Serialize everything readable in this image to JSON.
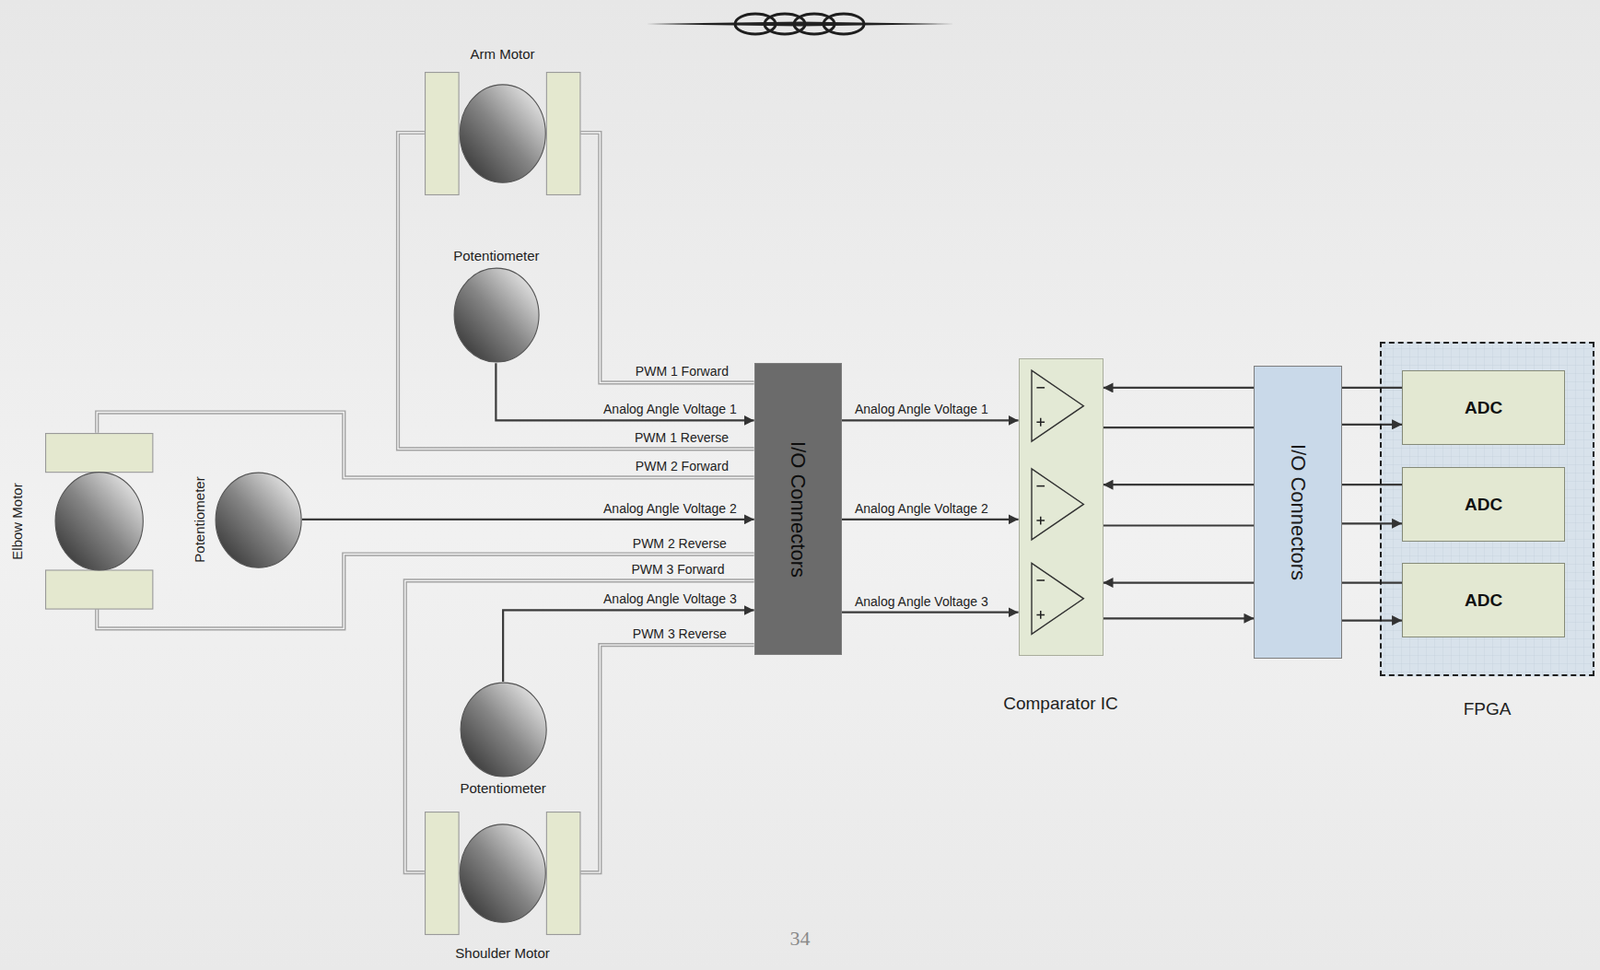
{
  "diagram": {
    "nodes": [
      {
        "text": [
          "Arm Motor"
        ]
      },
      {
        "text": [
          "Potentiometer"
        ]
      },
      {
        "text": [
          "Elbow Motor"
        ]
      },
      {
        "text": [
          "Potentiometer"
        ]
      },
      {
        "text": [
          "Potentiometer"
        ]
      },
      {
        "text": [
          "Shoulder Motor"
        ]
      },
      {
        "text": [
          "I/O Connectors"
        ]
      },
      {
        "text": [
          "Comparator IC"
        ]
      },
      {
        "text": [
          "I/O Connectors"
        ]
      },
      {
        "text": [
          "FPGA"
        ]
      },
      {
        "text": [
          "ADC"
        ],
        "in": 9
      },
      {
        "text": [
          "ADC"
        ],
        "in": 9
      },
      {
        "text": [
          "ADC"
        ],
        "in": 9
      }
    ],
    "edges": [
      {
        "from": 0,
        "to": 6,
        "label": "PWM 1 Forward",
        "arrow": "none"
      },
      {
        "from": 1,
        "to": 6,
        "label": "Analog Angle Voltage 1",
        "arrow": "to"
      },
      {
        "from": 0,
        "to": 6,
        "label": "PWM 1 Reverse",
        "arrow": "none"
      },
      {
        "from": 2,
        "to": 6,
        "label": "PWM 2 Forward",
        "arrow": "none"
      },
      {
        "from": 3,
        "to": 6,
        "label": "Analog Angle Voltage 2",
        "arrow": "to"
      },
      {
        "from": 2,
        "to": 6,
        "label": "PWM 2 Reverse",
        "arrow": "none"
      },
      {
        "from": 5,
        "to": 6,
        "label": "PWM 3 Forward",
        "arrow": "none"
      },
      {
        "from": 4,
        "to": 6,
        "label": "Analog Angle Voltage 3",
        "arrow": "to"
      },
      {
        "from": 5,
        "to": 6,
        "label": "PWM 3 Reverse",
        "arrow": "none"
      },
      {
        "from": 6,
        "to": 7,
        "label": "Analog Angle Voltage 1",
        "arrow": "to"
      },
      {
        "from": 6,
        "to": 7,
        "label": "Analog Angle Voltage 2",
        "arrow": "to"
      },
      {
        "from": 6,
        "to": 7,
        "label": "Analog Angle Voltage 3",
        "arrow": "to"
      },
      {
        "from": 8,
        "to": 7,
        "arrow": "to"
      },
      {
        "from": 7,
        "to": 8,
        "arrow": "none"
      },
      {
        "from": 8,
        "to": 7,
        "arrow": "to"
      },
      {
        "from": 7,
        "to": 8,
        "arrow": "none"
      },
      {
        "from": 8,
        "to": 7,
        "arrow": "to"
      },
      {
        "from": 7,
        "to": 8,
        "arrow": "to"
      },
      {
        "from": 10,
        "to": 8,
        "arrow": "none"
      },
      {
        "from": 8,
        "to": 10,
        "arrow": "to"
      },
      {
        "from": 11,
        "to": 8,
        "arrow": "none"
      },
      {
        "from": 8,
        "to": 11,
        "arrow": "to"
      },
      {
        "from": 12,
        "to": 8,
        "arrow": "none"
      },
      {
        "from": 8,
        "to": 12,
        "arrow": "to"
      }
    ],
    "labels": [
      "34"
    ]
  }
}
